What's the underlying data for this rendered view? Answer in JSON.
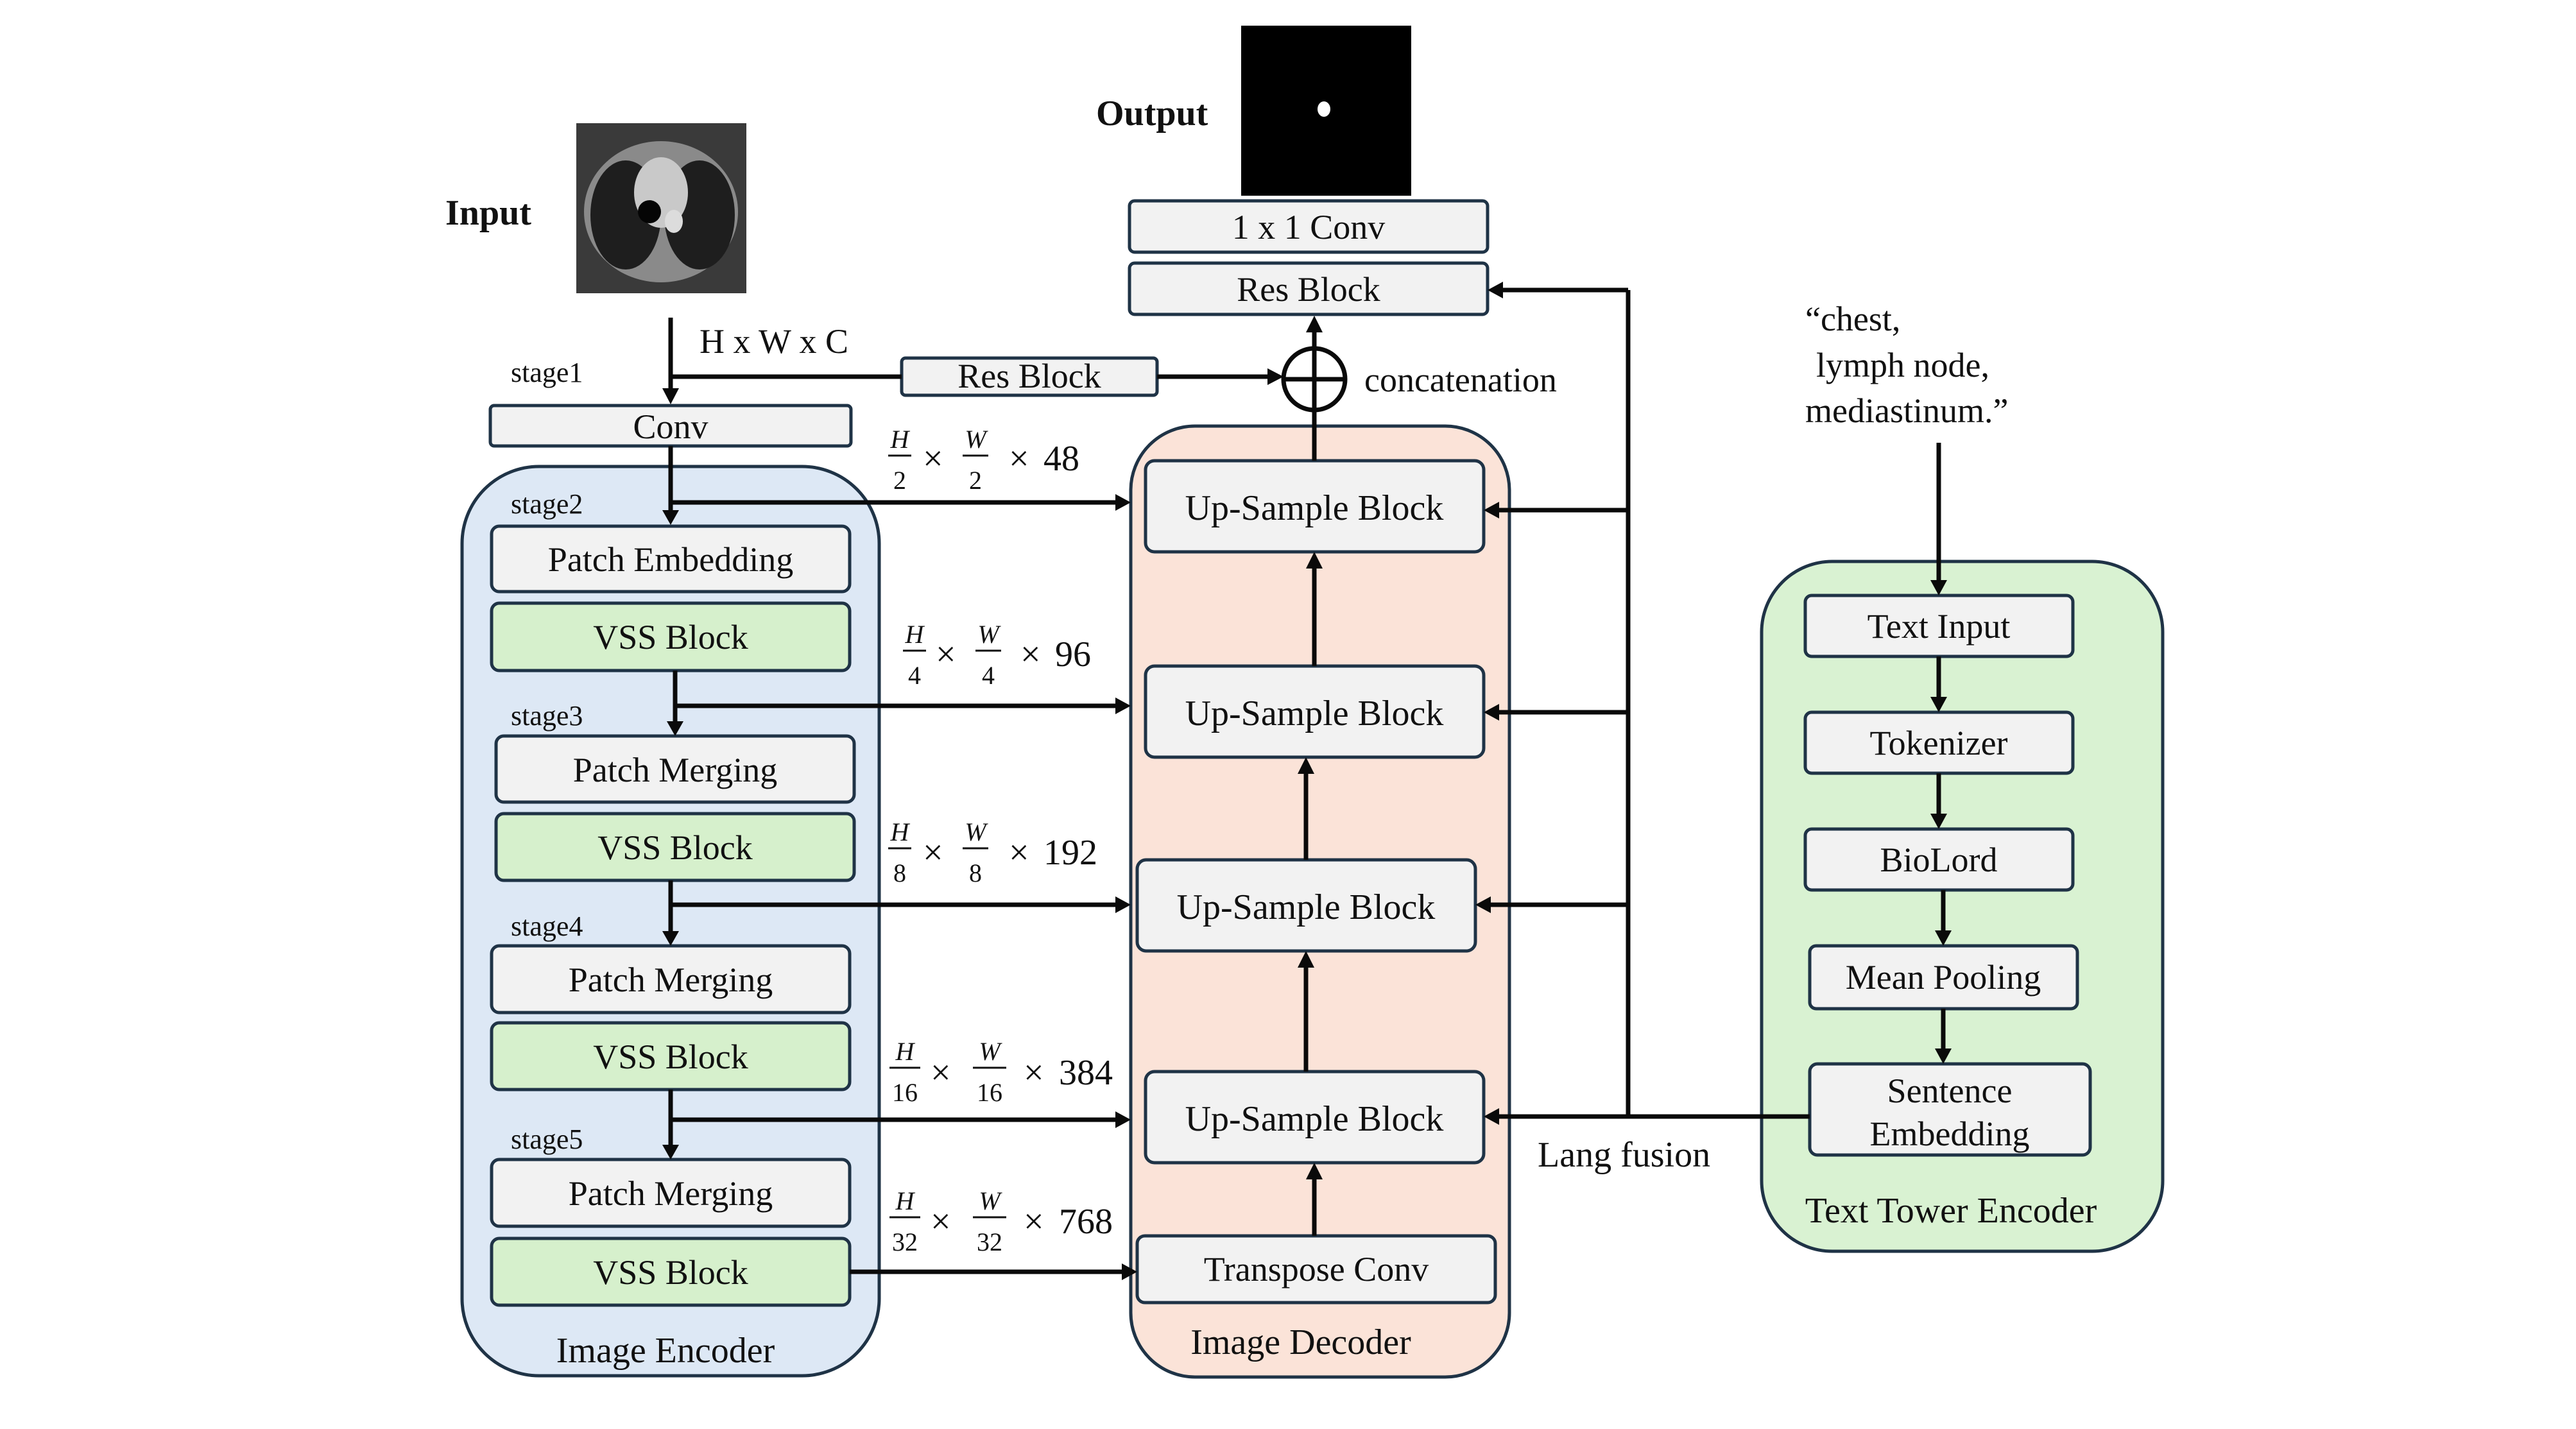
{
  "input_label": "Input",
  "output_label": "Output",
  "input_dims": "H x W x C",
  "encoder": {
    "title": "Image Encoder",
    "conv": "Conv",
    "stages": [
      "stage1",
      "stage2",
      "stage3",
      "stage4",
      "stage5"
    ],
    "patch_embedding": "Patch Embedding",
    "patch_merging": "Patch Merging",
    "vss_block": "VSS Block"
  },
  "skip_res_block": "Res Block",
  "concatenation_label": "concatenation",
  "features": [
    {
      "h": "H",
      "w": "W",
      "den": "2",
      "ch": "48"
    },
    {
      "h": "H",
      "w": "W",
      "den": "4",
      "ch": "96"
    },
    {
      "h": "H",
      "w": "W",
      "den": "8",
      "ch": "192"
    },
    {
      "h": "H",
      "w": "W",
      "den": "16",
      "ch": "384"
    },
    {
      "h": "H",
      "w": "W",
      "den": "32",
      "ch": "768"
    }
  ],
  "times_symbol": "×",
  "decoder": {
    "title": "Image Decoder",
    "upsample": "Up-Sample Block",
    "transpose_conv": "Transpose Conv",
    "res_block": "Res Block",
    "conv1x1": "1 x 1 Conv"
  },
  "lang_fusion": "Lang fusion",
  "text_prompt": [
    "“chest,",
    "lymph node,",
    "mediastinum.”"
  ],
  "text_encoder": {
    "title": "Text Tower Encoder",
    "text_input": "Text Input",
    "tokenizer": "Tokenizer",
    "biolord": "BioLord",
    "mean_pooling": "Mean Pooling",
    "sentence_embedding": [
      "Sentence",
      "Embedding"
    ]
  },
  "colors": {
    "encoder_bg": "#dde8f5",
    "decoder_bg": "#fbe3d8",
    "text_encoder_bg": "#d9f2d2",
    "vss_block": "#d6f0cc",
    "block": "#f2f2f2",
    "border": "#1f3346"
  }
}
